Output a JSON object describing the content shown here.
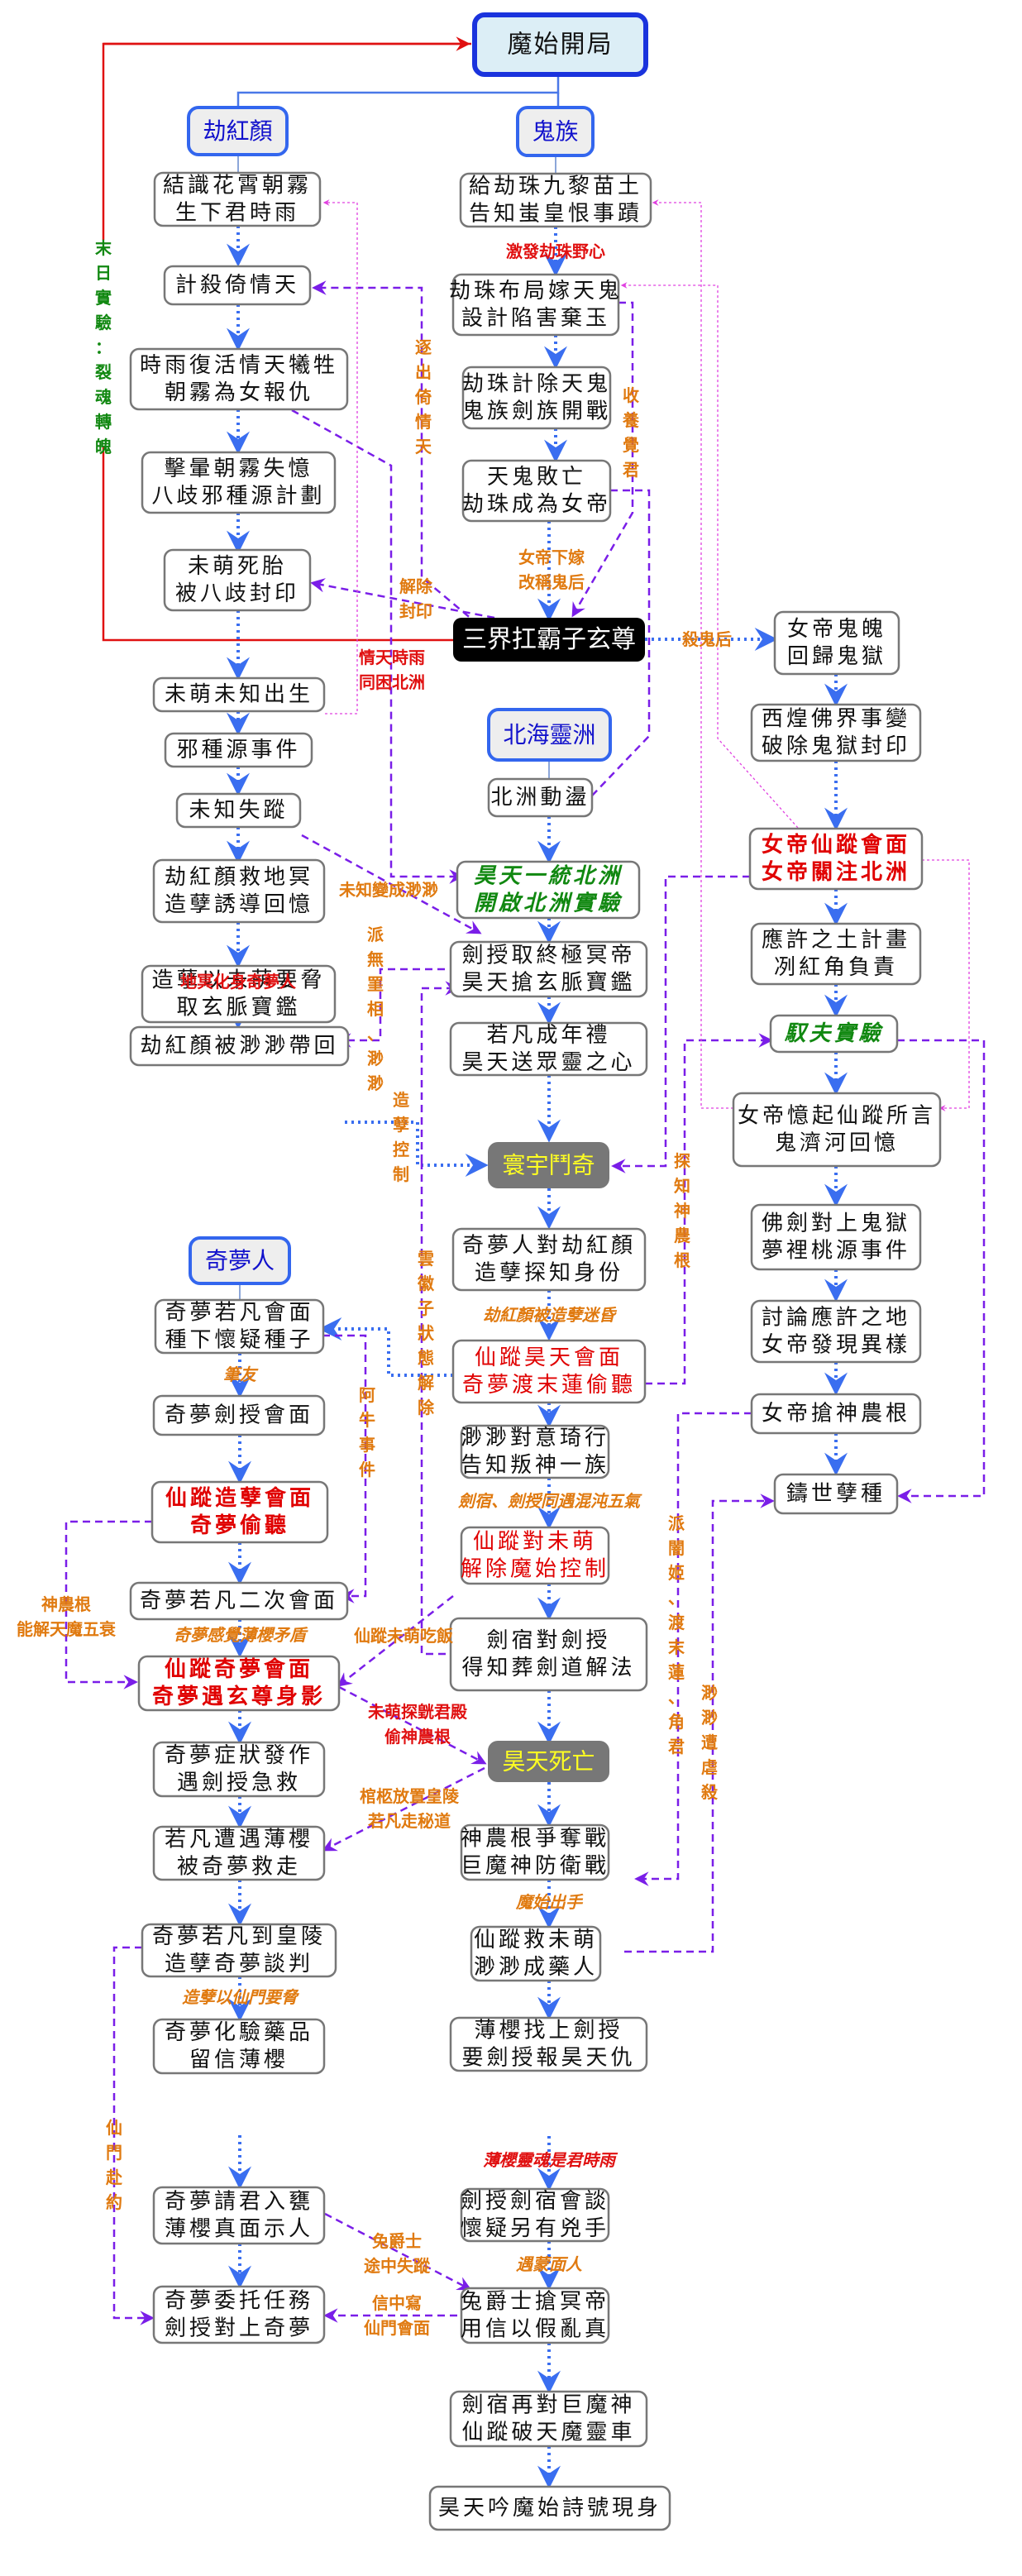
{
  "title": "魔始開局",
  "colors": {
    "flow_blue": "#3a6ef0",
    "link_purple": "#7a1ee8",
    "link_magenta": "#e040e0",
    "label_orange": "#e07a10",
    "label_red": "#e01010",
    "label_green": "#118811",
    "header_blue": "#1111cc",
    "highlight_yellow": "#ffff22"
  },
  "headers": {
    "root": "魔始開局",
    "jiehongyan": "劫紅顏",
    "guizu": "鬼族",
    "beihai": "北海靈洲",
    "qimengren": "奇夢人"
  },
  "special_nodes": {
    "sanjie": "三界扛霸子玄尊",
    "huanyu": "寰宇鬥奇",
    "haotian_death": "昊天死亡"
  },
  "left_column": [
    {
      "id": "L1",
      "lines": [
        "結識花霄朝霧",
        "生下君時雨"
      ]
    },
    {
      "id": "L2",
      "lines": [
        "計殺倚情天"
      ]
    },
    {
      "id": "L3",
      "lines": [
        "時雨復活情天犧牲",
        "朝霧為女報仇"
      ]
    },
    {
      "id": "L4",
      "lines": [
        "擊暈朝霧失憶",
        "八歧邪種源計劃"
      ]
    },
    {
      "id": "L5",
      "lines": [
        "未萌死胎",
        "被八歧封印"
      ]
    },
    {
      "id": "L6",
      "lines": [
        "未萌未知出生"
      ]
    },
    {
      "id": "L7",
      "lines": [
        "邪種源事件"
      ]
    },
    {
      "id": "L8",
      "lines": [
        "未知失蹤"
      ]
    },
    {
      "id": "L9",
      "lines": [
        "劫紅顏救地冥",
        "造孽誘導回憶"
      ]
    },
    {
      "id": "L10",
      "lines": [
        "造孽以未萌要脅",
        "取玄脈寶鑑"
      ]
    },
    {
      "id": "L11",
      "lines": [
        "劫紅顏被渺渺帶回"
      ]
    }
  ],
  "qimeng_column": [
    {
      "id": "Q1",
      "lines": [
        "奇夢若凡會面",
        "種下懷疑種子"
      ]
    },
    {
      "id": "Q2",
      "lines": [
        "奇夢劍授會面"
      ]
    },
    {
      "id": "Q3",
      "lines": [
        "仙蹤造孽會面",
        "奇夢偷聽"
      ],
      "style": "red-bold"
    },
    {
      "id": "Q4",
      "lines": [
        "奇夢若凡二次會面"
      ]
    },
    {
      "id": "Q5",
      "lines": [
        "仙蹤奇夢會面",
        "奇夢遇玄尊身影"
      ],
      "style": "red-bold"
    },
    {
      "id": "Q6",
      "lines": [
        "奇夢症狀發作",
        "遇劍授急救"
      ]
    },
    {
      "id": "Q7",
      "lines": [
        "若凡遭遇薄櫻",
        "被奇夢救走"
      ]
    },
    {
      "id": "Q8",
      "lines": [
        "奇夢若凡到皇陵",
        "造孽奇夢談判"
      ]
    },
    {
      "id": "Q9",
      "lines": [
        "奇夢化驗藥品",
        "留信薄櫻"
      ]
    },
    {
      "id": "Q10",
      "lines": [
        "奇夢請君入甕",
        "薄櫻真面示人"
      ]
    },
    {
      "id": "Q11",
      "lines": [
        "奇夢委托任務",
        "劍授對上奇夢"
      ]
    }
  ],
  "gui_column": [
    {
      "id": "G1",
      "lines": [
        "給劫珠九黎苗土",
        "告知蚩皇恨事蹟"
      ]
    },
    {
      "id": "G2",
      "lines": [
        "劫珠布局嫁天鬼",
        "設計陷害棄玉"
      ]
    },
    {
      "id": "G3",
      "lines": [
        "劫珠計除天鬼",
        "鬼族劍族開戰"
      ]
    },
    {
      "id": "G4",
      "lines": [
        "天鬼敗亡",
        "劫珠成為女帝"
      ]
    }
  ],
  "center_column": [
    {
      "id": "C1",
      "lines": [
        "北洲動盪"
      ]
    },
    {
      "id": "C2",
      "lines": [
        "昊天一統北洲",
        "開啟北洲實驗"
      ],
      "style": "green-italic"
    },
    {
      "id": "C3",
      "lines": [
        "劍授取終極冥帝",
        "昊天搶玄脈寶鑑"
      ]
    },
    {
      "id": "C4",
      "lines": [
        "若凡成年禮",
        "昊天送眾靈之心"
      ]
    },
    {
      "id": "C5",
      "lines": [
        "奇夢人對劫紅顏",
        "造孽探知身份"
      ]
    },
    {
      "id": "C6",
      "lines": [
        "仙蹤昊天會面",
        "奇夢渡末蓮偷聽"
      ],
      "style": "red"
    },
    {
      "id": "C7",
      "lines": [
        "渺渺對意琦行",
        "告知叛神一族"
      ]
    },
    {
      "id": "C8",
      "lines": [
        "仙蹤對未萌",
        "解除魔始控制"
      ],
      "style": "red"
    },
    {
      "id": "C9",
      "lines": [
        "劍宿對劍授",
        "得知葬劍道解法"
      ]
    },
    {
      "id": "C10",
      "lines": [
        "神農根爭奪戰",
        "巨魔神防衛戰"
      ]
    },
    {
      "id": "C11",
      "lines": [
        "仙蹤救未萌",
        "渺渺成藥人"
      ]
    },
    {
      "id": "C12",
      "lines": [
        "薄櫻找上劍授",
        "要劍授報昊天仇"
      ]
    },
    {
      "id": "C13",
      "lines": [
        "劍授劍宿會談",
        "懷疑另有兇手"
      ]
    },
    {
      "id": "C14",
      "lines": [
        "兔爵士搶冥帝",
        "用信以假亂真"
      ]
    },
    {
      "id": "C15",
      "lines": [
        "劍宿再對巨魔神",
        "仙蹤破天魔靈車"
      ]
    },
    {
      "id": "C16",
      "lines": [
        "昊天吟魔始詩號現身"
      ]
    }
  ],
  "right_column": [
    {
      "id": "R1",
      "lines": [
        "女帝鬼魄",
        "回歸鬼獄"
      ]
    },
    {
      "id": "R2",
      "lines": [
        "西煌佛界事變",
        "破除鬼獄封印"
      ]
    },
    {
      "id": "R3",
      "lines": [
        "女帝仙蹤會面",
        "女帝關注北洲"
      ],
      "style": "red-bold"
    },
    {
      "id": "R4",
      "lines": [
        "應許之土計畫",
        "冽紅角負責"
      ]
    },
    {
      "id": "R5",
      "lines": [
        "馭夫實驗"
      ],
      "style": "green-italic"
    },
    {
      "id": "R6",
      "lines": [
        "女帝憶起仙蹤所言",
        "鬼濟河回憶"
      ]
    },
    {
      "id": "R7",
      "lines": [
        "佛劍對上鬼獄",
        "夢裡桃源事件"
      ]
    },
    {
      "id": "R8",
      "lines": [
        "討論應許之地",
        "女帝發現異樣"
      ]
    },
    {
      "id": "R9",
      "lines": [
        "女帝搶神農根"
      ]
    },
    {
      "id": "R10",
      "lines": [
        "鑄世孽種"
      ]
    }
  ],
  "edge_labels": {
    "moriri": "末日實驗：裂魂轉魄",
    "jifa": "激發劫珠野心",
    "zhuchu": "逐出倚情天",
    "shouyang": "收養覺君",
    "nvdi_xiajia": [
      "女帝下嫁",
      "改稱鬼后"
    ],
    "jiechu_fengyin": [
      "解除",
      "封印"
    ],
    "shaguihou": "殺鬼后",
    "qingtian_shiyu": [
      "情天時雨",
      "同困北洲"
    ],
    "weizhi_bian": "未知變成渺渺",
    "pai_wuzhuxiang": "派無罣相、渺渺",
    "diming": "地冥化身奇夢人",
    "zaonie_kongzhi": "造孽控制",
    "yunhuizi": "雲徽子狀態解除",
    "tanzhi_shennong": "探知神農根",
    "jhy_mihun": "劫紅顏被造孽迷昏",
    "biyou": "筆友",
    "aniu": "阿牛事件",
    "jiansu_hundun": "劍宿、劍授同遇混沌五氣",
    "shennong_wushuai": [
      "神農根",
      "能解天魔五衰"
    ],
    "qimeng_ganjue": "奇夢感覺薄櫻矛盾",
    "xianzong_chifan": "仙蹤未萌吃飯",
    "weimeng_tan": [
      "未萌探皝君殿",
      "偷神農根"
    ],
    "guanjiu": [
      "棺柩放置皇陵",
      "若凡走秘道"
    ],
    "pai_yanji": "派闇姬、渡末蓮、角君",
    "miaomiao_zaonue": "渺渺遭虐殺",
    "moshi_chushou": "魔始出手",
    "zaonie_yaoxie": "造孽以仙門要脅",
    "xianmen_fuyue": "仙門赴約",
    "boying_linghun": "薄櫻靈魂是君時雨",
    "yu_mengmian": "遇蒙面人",
    "tujueshi_shizong": [
      "兔爵士",
      "途中失蹤"
    ],
    "xinzhong_xie": [
      "信中寫",
      "仙門會面"
    ]
  }
}
